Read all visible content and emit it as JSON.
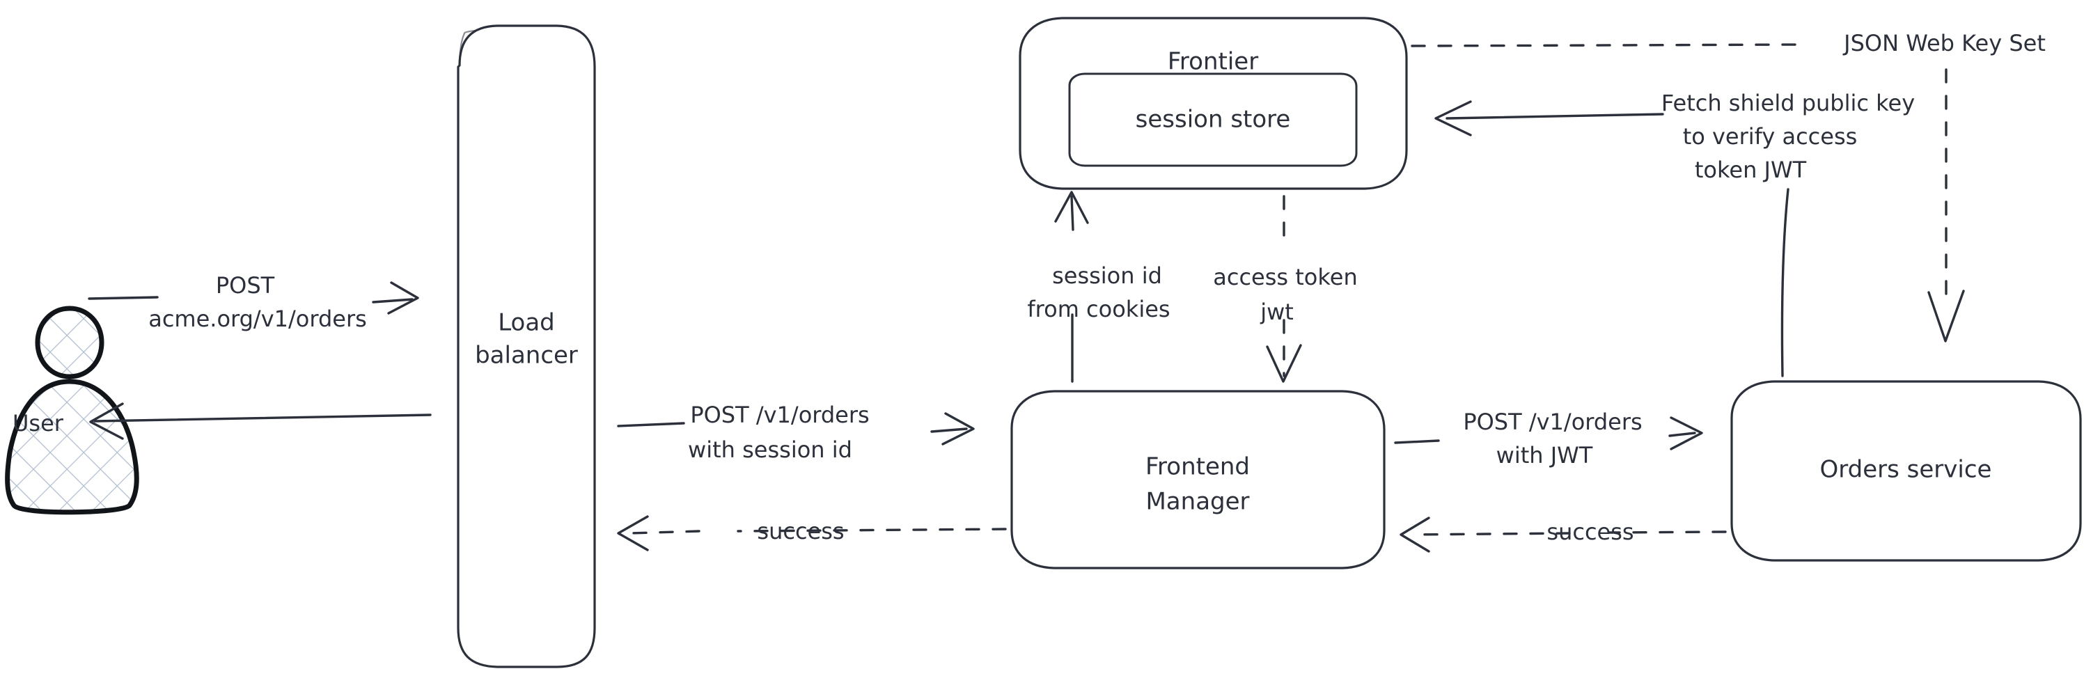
{
  "diagram": {
    "title": "Session to JWT exchange request flow",
    "type": "architecture-flow",
    "background_color": "#ffffff",
    "stroke_color": "#2b303b",
    "actor_fill_color": "#aebdd0"
  },
  "actors": [
    {
      "id": "user",
      "label": "User",
      "icon": "person-icon"
    }
  ],
  "nodes": [
    {
      "id": "load-balancer",
      "label_line1": "Load",
      "label_line2": "balancer"
    },
    {
      "id": "frontier",
      "label": "Frontier",
      "nested": {
        "id": "session-store",
        "label": "session store"
      }
    },
    {
      "id": "frontend-manager",
      "label_line1": "Frontend",
      "label_line2": "Manager"
    },
    {
      "id": "orders-service",
      "label": "Orders service"
    }
  ],
  "edges": [
    {
      "id": "user-to-lb",
      "from": "user",
      "to": "load-balancer",
      "style": "solid",
      "label_line1": "POST",
      "label_line2": "acme.org/v1/orders"
    },
    {
      "id": "lb-to-user",
      "from": "load-balancer",
      "to": "user",
      "style": "solid",
      "label": ""
    },
    {
      "id": "lb-to-fm",
      "from": "load-balancer",
      "to": "frontend-manager",
      "style": "solid",
      "label_line1": "POST /v1/orders",
      "label_line2": "with session id"
    },
    {
      "id": "fm-to-lb",
      "from": "frontend-manager",
      "to": "load-balancer",
      "style": "dashed",
      "label": "success"
    },
    {
      "id": "fm-to-frontier",
      "from": "frontend-manager",
      "to": "frontier",
      "style": "solid",
      "label_line1": "session id",
      "label_line2": "from cookies"
    },
    {
      "id": "frontier-to-fm",
      "from": "frontier",
      "to": "frontend-manager",
      "style": "dashed",
      "label_line1": "access token",
      "label_line2": "jwt"
    },
    {
      "id": "fm-to-orders",
      "from": "frontend-manager",
      "to": "orders-service",
      "style": "solid",
      "label_line1": "POST /v1/orders",
      "label_line2": "with JWT"
    },
    {
      "id": "orders-to-fm",
      "from": "orders-service",
      "to": "frontend-manager",
      "style": "dashed",
      "label": "success"
    },
    {
      "id": "orders-to-frontier",
      "from": "orders-service",
      "to": "frontier",
      "style": "solid",
      "label_line1": "Fetch shield public key",
      "label_line2": "to verify access",
      "label_line3": "token JWT"
    },
    {
      "id": "frontier-to-orders",
      "from": "frontier",
      "to": "orders-service",
      "style": "dashed",
      "label": "JSON Web Key Set"
    }
  ]
}
